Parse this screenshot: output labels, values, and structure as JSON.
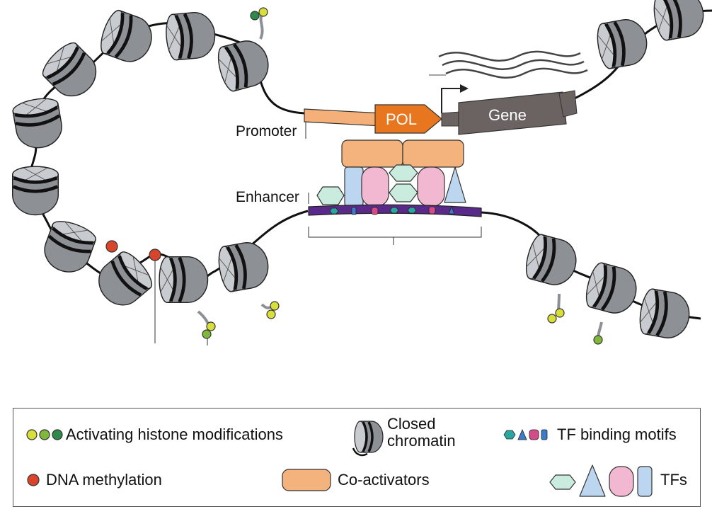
{
  "labels": {
    "promoter": "Promoter",
    "enhancer": "Enhancer",
    "pol": "POL",
    "gene": "Gene"
  },
  "legend": {
    "activating": "Activating histone modifications",
    "closed_chromatin_line1": "Closed",
    "closed_chromatin_line2": "chromatin",
    "tf_binding_motifs": "TF binding motifs",
    "dna_methylation": "DNA methylation",
    "coactivators": "Co-activators",
    "tfs": "TFs"
  },
  "colors": {
    "dna": "#111111",
    "promoter": "#f5b07a",
    "pol": "#e8761e",
    "gene": "#6b6361",
    "enhancer": "#5a2a8a",
    "coactivator": "#f4b27c",
    "tf_pink": "#f2b8d2",
    "tf_blue": "#bcd6ef",
    "tf_mint": "#c9ecdf",
    "methyl": "#d9452b",
    "mod_yellow": "#d8de3a",
    "mod_green": "#7fb83a",
    "mod_darkgreen": "#2e8a4a",
    "nucleosome": "#9a9ea2",
    "motif_teal": "#2aa6a0",
    "motif_blue": "#3b7bc8",
    "motif_pink": "#d44b8a"
  }
}
